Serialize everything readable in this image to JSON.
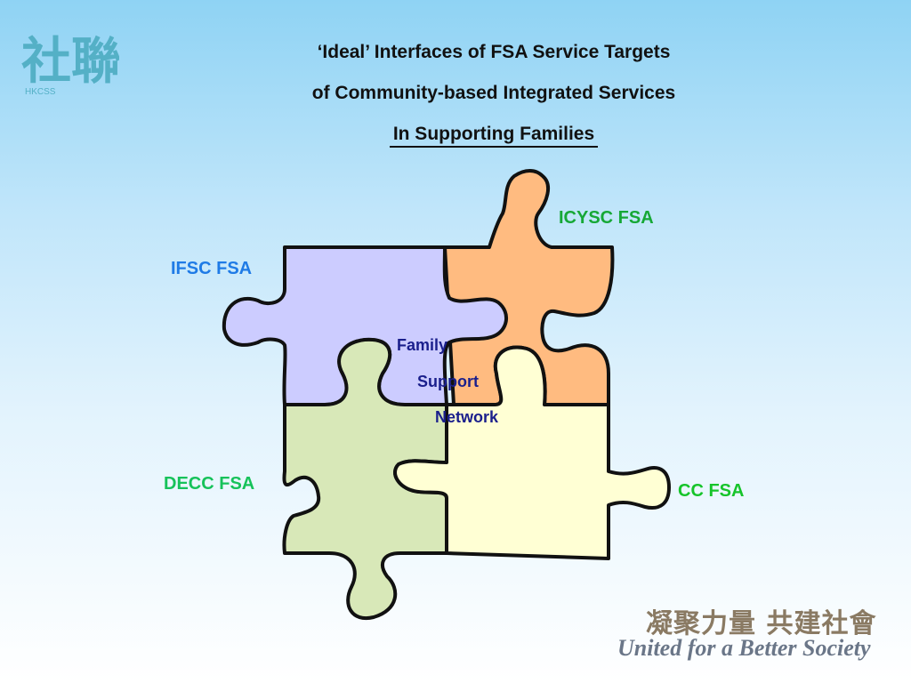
{
  "logo": {
    "main_glyphs": "社聯",
    "small_text": "HKCSS"
  },
  "title": {
    "line1": "‘Ideal’ Interfaces of FSA Service Targets",
    "line2": "of Community-based Integrated Services",
    "line3": "In Supporting Families"
  },
  "pieces": {
    "ifsc": {
      "label": "IFSC FSA",
      "fill": "#ccccff",
      "label_color": "#1f7be6"
    },
    "icysc": {
      "label": "ICYSC FSA",
      "fill": "#ffbb80",
      "label_color": "#16a836"
    },
    "decc": {
      "label": "DECC FSA",
      "fill": "#d8e8b8",
      "label_color": "#16c25a"
    },
    "cc": {
      "label": "CC FSA",
      "fill": "#ffffd4",
      "label_color": "#16c42a"
    }
  },
  "center": {
    "line1": "Family",
    "line2": "Support",
    "line3": "Network",
    "color": "#1a1f8c"
  },
  "footer": {
    "chinese": "凝聚力量 共建社會",
    "english": "United for a Better Society"
  }
}
